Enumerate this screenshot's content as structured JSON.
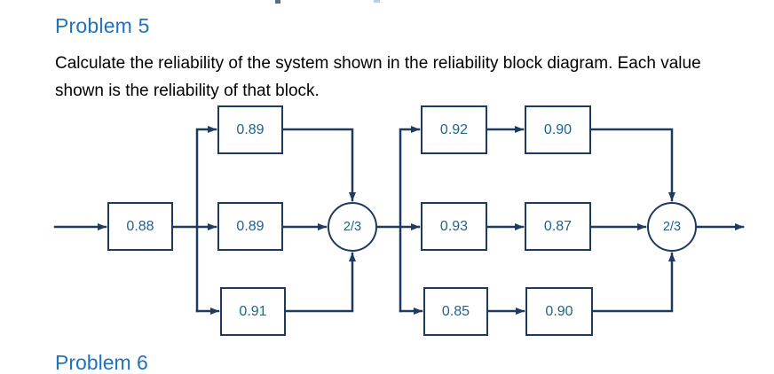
{
  "page": {
    "heading": "Problem 5",
    "body_line1": "Calculate the reliability of the system shown in the reliability block diagram. Each value",
    "body_line2": "shown is the reliability of that block.",
    "next_heading_clipped": "Problem 6"
  },
  "diagram": {
    "type": "reliability-block-diagram",
    "description": "Series input block, then two 2-out-of-3 parallel voting stages",
    "colors": {
      "connector_line": "#1f3a5f",
      "block_border": "#1f3a5f",
      "block_value_text": "#1d6390",
      "heading_blue": "#1f72be",
      "body_text": "#000000"
    },
    "blocks": [
      {
        "label": "0.88",
        "stage": 1,
        "row": "middle",
        "role": "series-input"
      },
      {
        "label": "0.89",
        "stage": 2,
        "row": "top"
      },
      {
        "label": "0.89",
        "stage": 2,
        "row": "middle"
      },
      {
        "label": "0.91",
        "stage": 2,
        "row": "bottom"
      },
      {
        "label": "0.92",
        "stage": 3,
        "row": "top",
        "position": "first"
      },
      {
        "label": "0.90",
        "stage": 3,
        "row": "top",
        "position": "second"
      },
      {
        "label": "0.93",
        "stage": 3,
        "row": "middle",
        "position": "first"
      },
      {
        "label": "0.87",
        "stage": 3,
        "row": "middle",
        "position": "second"
      },
      {
        "label": "0.85",
        "stage": 3,
        "row": "bottom",
        "position": "first"
      },
      {
        "label": "0.90",
        "stage": 3,
        "row": "bottom",
        "position": "second"
      }
    ],
    "voters": [
      {
        "label": "2/3",
        "stage": 2
      },
      {
        "label": "2/3",
        "stage": 3
      }
    ]
  }
}
